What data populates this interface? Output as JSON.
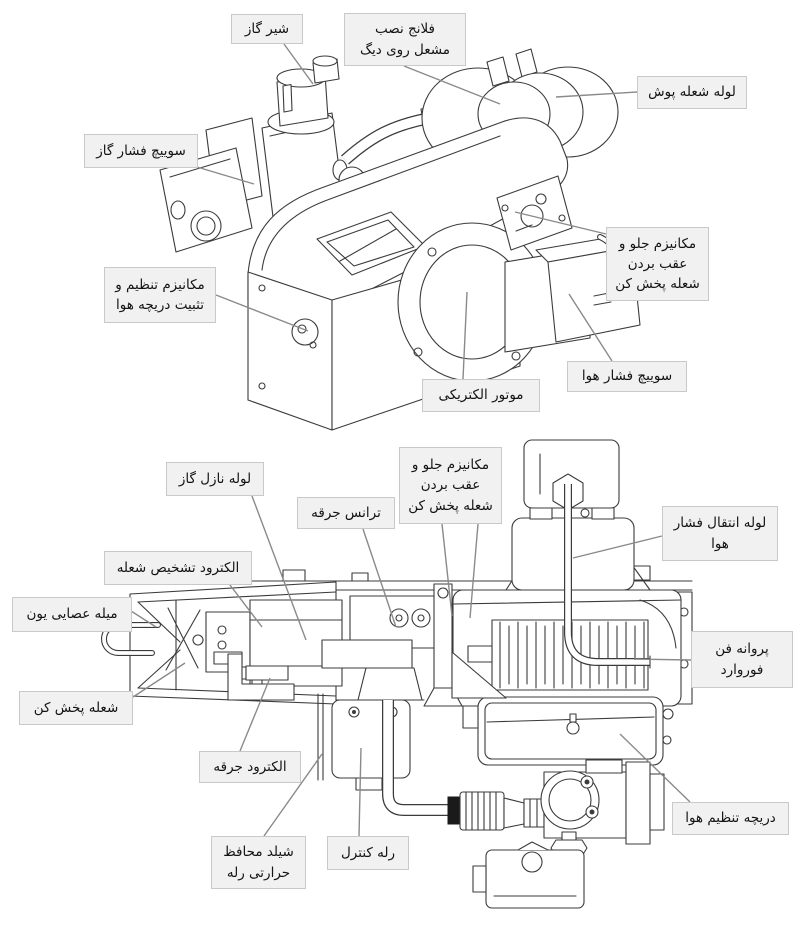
{
  "document": {
    "type": "technical-diagram",
    "subject": "gas burner parts diagram (labeled)",
    "language": "fa",
    "colors": {
      "background": "#ffffff",
      "line_art": "#3b3b3b",
      "leader_line": "#8a8a8a",
      "label_background": "#f1f1f1",
      "label_border": "#c9c9c9",
      "label_text": "#141414"
    }
  },
  "diagram_labels": {
    "top_view": [
      {
        "text": "شیر گاز"
      },
      {
        "text": "فلانج نصب\nمشعل روی دیگ"
      },
      {
        "text": "لوله شعله پوش"
      },
      {
        "text": "سوییچ فشار گاز"
      },
      {
        "text": "مکانیزم جلو و\nعقب بردن\nشعله پخش کن"
      },
      {
        "text": "مکانیزم تنظیم و\nتثبیت دریچه هوا"
      },
      {
        "text": "سوییچ فشار هوا"
      },
      {
        "text": "موتور الکتریکی"
      }
    ],
    "side_view": [
      {
        "text": "لوله نازل گاز"
      },
      {
        "text": "ترانس جرقه"
      },
      {
        "text": "مکانیزم جلو و\nعقب بردن\nشعله پخش کن"
      },
      {
        "text": "لوله انتقال فشار\nهوا"
      },
      {
        "text": "الکترود تشخیص شعله"
      },
      {
        "text": "میله عصایی یون"
      },
      {
        "text": "پروانه فن\nفوروارد"
      },
      {
        "text": "شعله پخش کن"
      },
      {
        "text": "الکترود جرقه"
      },
      {
        "text": "شیلد محافظ\nحرارتی رله"
      },
      {
        "text": "رله کنترل"
      },
      {
        "text": "دریچه تنظیم هوا"
      }
    ]
  }
}
